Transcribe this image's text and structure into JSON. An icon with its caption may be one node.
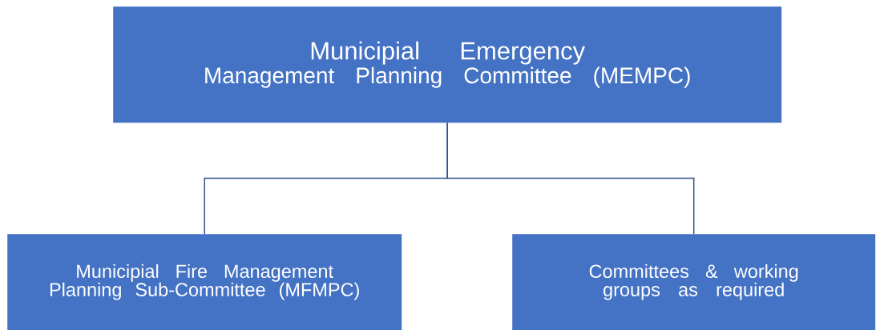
{
  "diagram": {
    "nodes": [
      {
        "text": [
          "Municipial Emergency",
          "Management Planning Committee (MEMPC)"
        ]
      },
      {
        "text": [
          "Municipial Fire Management Planning Sub-Committee (MFMPC)"
        ]
      },
      {
        "text": [
          "Committees & working groups as required"
        ]
      }
    ],
    "edges": [
      {
        "from": 0,
        "to": 1,
        "arrow": "none"
      },
      {
        "from": 0,
        "to": 2,
        "arrow": "none"
      }
    ]
  }
}
